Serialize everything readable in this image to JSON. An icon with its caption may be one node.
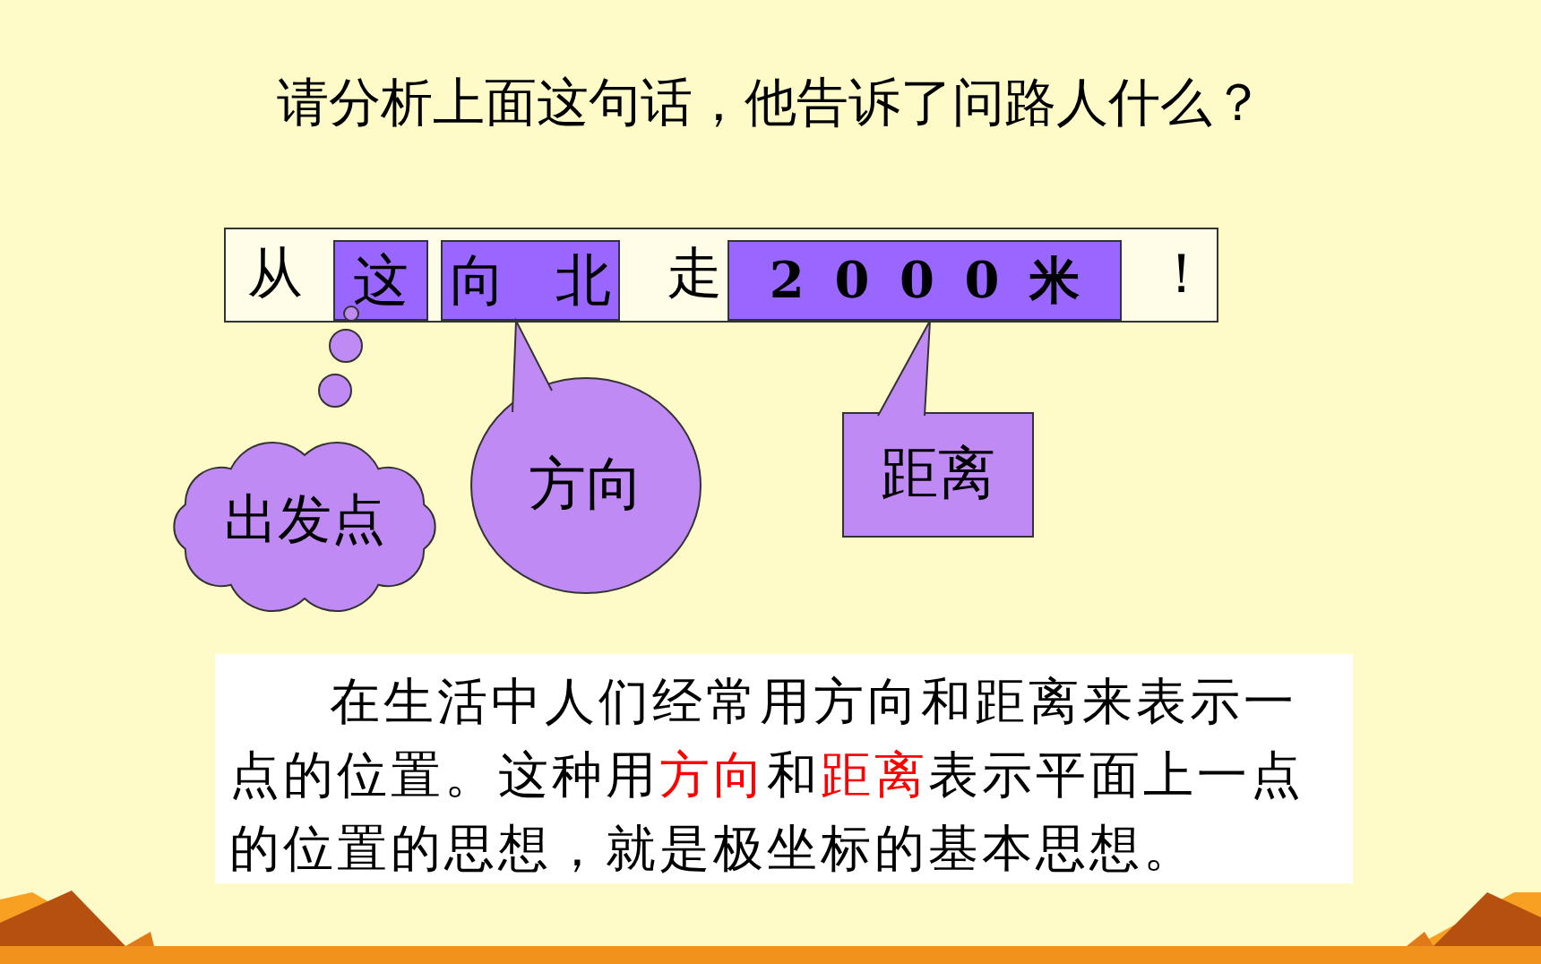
{
  "diagram": {
    "title": "请分析上面这句话，他告诉了问路人什么？",
    "nodes": [
      {
        "text": [
          "从",
          "走",
          "！"
        ]
      },
      {
        "text": [
          "这"
        ],
        "in": 0
      },
      {
        "text": [
          "向北"
        ],
        "in": 0
      },
      {
        "text": [
          "2000米"
        ],
        "in": 0
      },
      {
        "text": [
          "出发点"
        ]
      },
      {
        "text": [
          "方向"
        ]
      },
      {
        "text": [
          "距离"
        ]
      },
      {
        "text": [
          "在生活中人们经常用方向和距离来表示一点的位置。这种用**方向**和**距离**表示平面上一点的位置的思想，就是极坐标的基本思想。"
        ]
      }
    ],
    "edges": [
      {
        "from": 4,
        "to": 1,
        "arrow": "none"
      },
      {
        "from": 5,
        "to": 2,
        "arrow": "none"
      },
      {
        "from": 6,
        "to": 3,
        "arrow": "none"
      }
    ]
  }
}
